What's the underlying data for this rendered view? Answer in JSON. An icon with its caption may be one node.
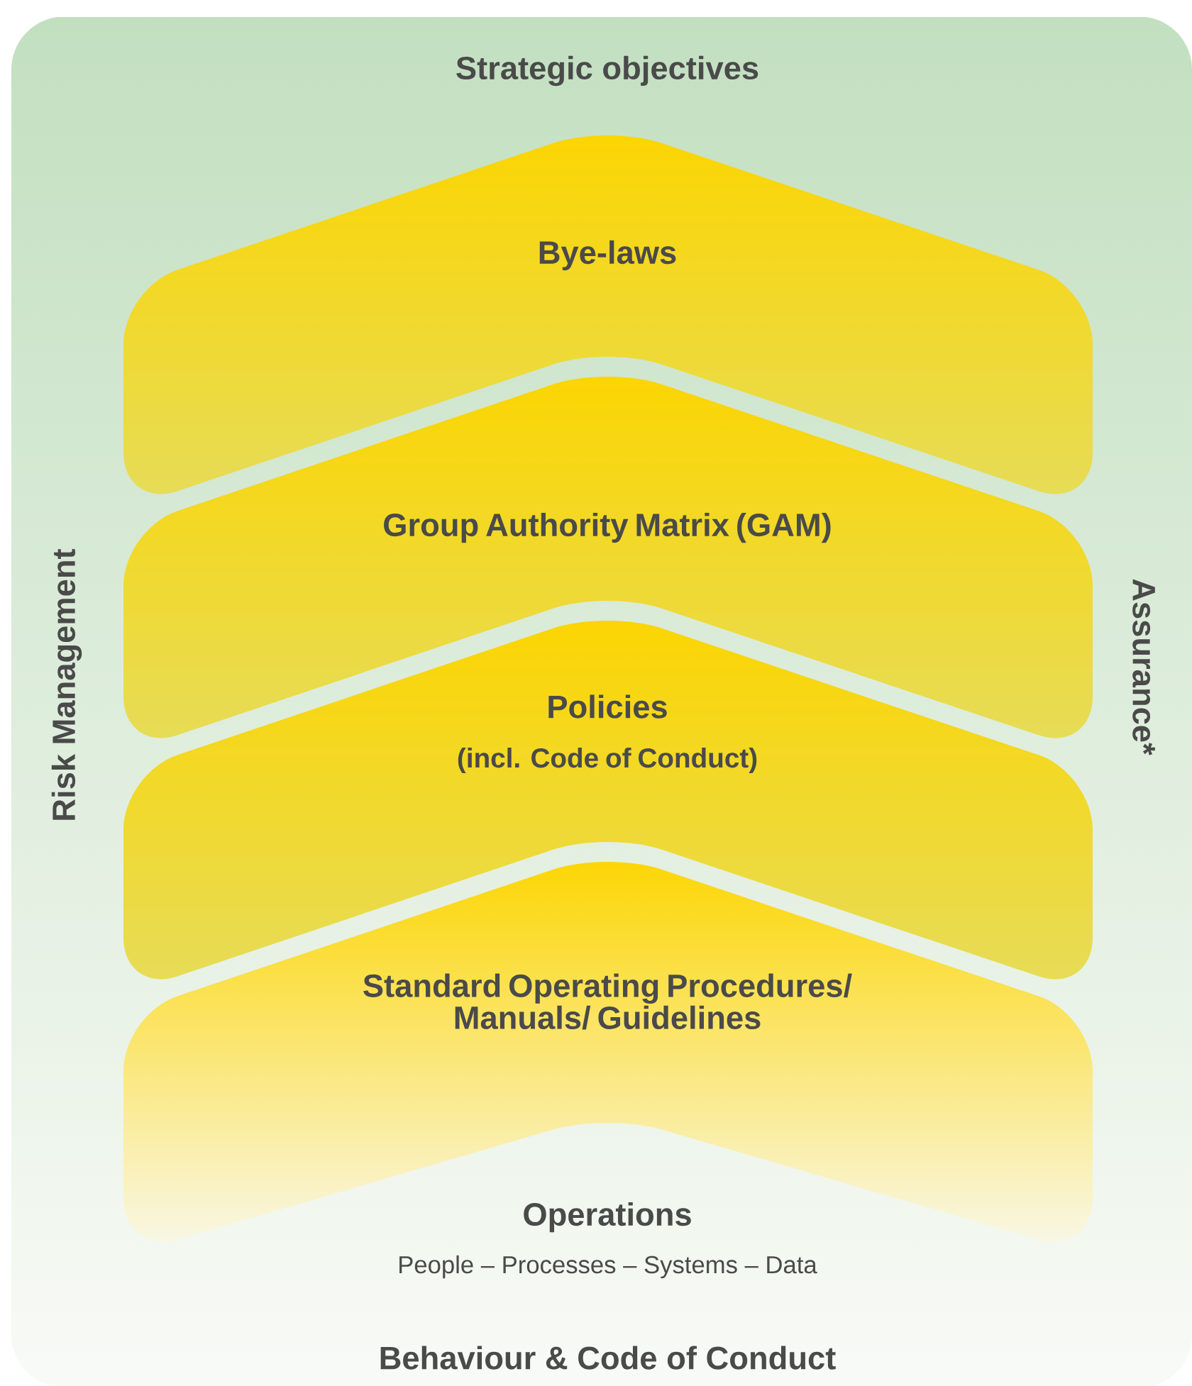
{
  "diagram": {
    "nodes": [
      {
        "text": [
          "Strategic objectives",
          "Risk Management",
          "Assurance*",
          "Behaviour & Code of Conduct"
        ]
      },
      {
        "text": [
          "Bye-laws"
        ],
        "in": 0
      },
      {
        "text": [
          "Group Authority Matrix (GAM)"
        ],
        "in": 0
      },
      {
        "text": [
          "Policies",
          "(incl. Code of Conduct)"
        ],
        "in": 0
      },
      {
        "text": [
          "Standard Operating Procedures/ Manuals/ Guidelines"
        ],
        "in": 0
      }
    ],
    "labels": [
      "Operations",
      "People – Processes – Systems – Data"
    ]
  }
}
